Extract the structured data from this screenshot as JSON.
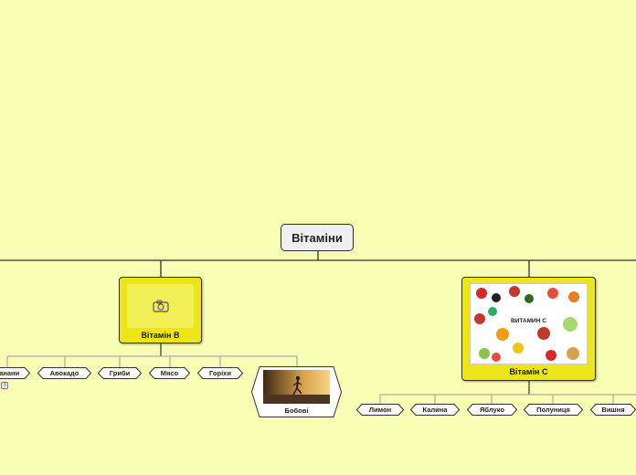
{
  "root": {
    "title": "Вітаміни"
  },
  "branches": {
    "vitamin_b": {
      "title": "Вітамін В",
      "children": [
        "Банани",
        "Авокадо",
        "Гриби",
        "Мясо",
        "Горіхи",
        "Бобові"
      ],
      "badge": "3"
    },
    "vitamin_c": {
      "title": "Вітамін С",
      "children": [
        "Лимон",
        "Калина",
        "Яблуко",
        "Полуниця",
        "Вишня"
      ],
      "image_text": "ВИТАМИН С"
    }
  },
  "colors": {
    "background": "#f8fdb4",
    "topic_fill": "#ece619",
    "root_fill": "#efefef"
  }
}
